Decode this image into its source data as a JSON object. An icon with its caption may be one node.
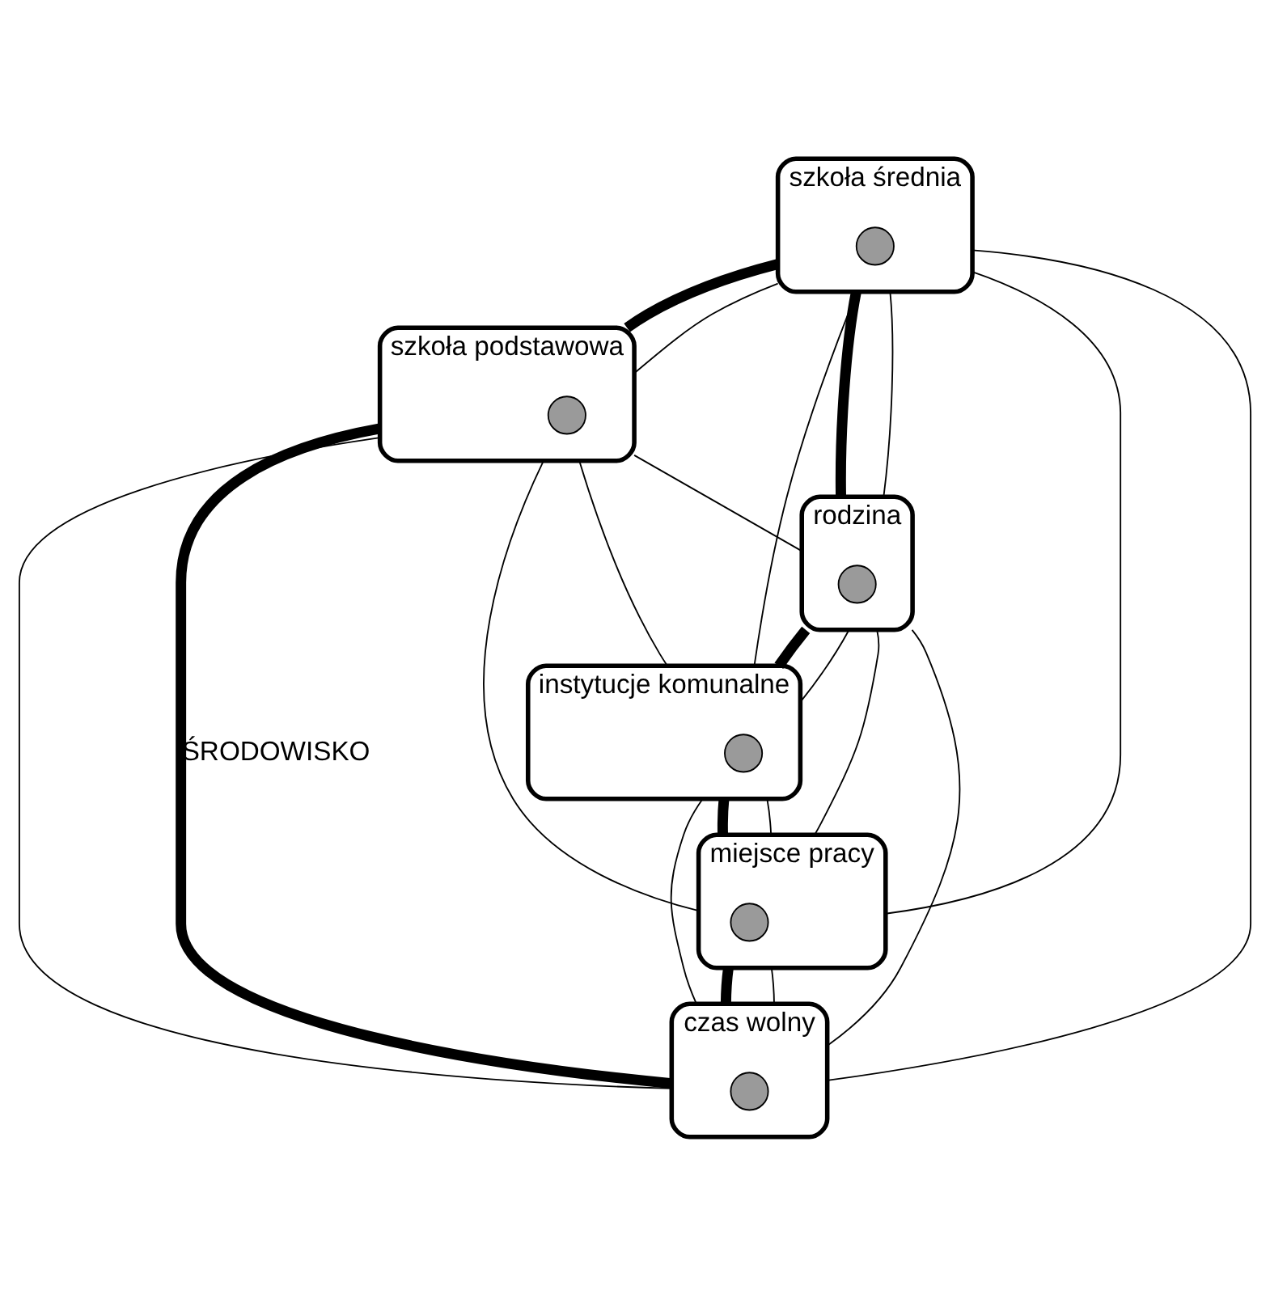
{
  "diagram": {
    "nodes": [
      {
        "text": [
          "szkoła średnia"
        ]
      },
      {
        "text": [
          "szkoła podstawowa"
        ]
      },
      {
        "text": [
          "rodzina"
        ]
      },
      {
        "text": [
          "instytucje komunalne"
        ]
      },
      {
        "text": [
          "miejsce pracy"
        ]
      },
      {
        "text": [
          "czas wolny"
        ]
      },
      {
        "text": [],
        "shape": "circle",
        "in": 0
      },
      {
        "text": [],
        "shape": "circle",
        "in": 1
      },
      {
        "text": [],
        "shape": "circle",
        "in": 2
      },
      {
        "text": [],
        "shape": "circle",
        "in": 3
      },
      {
        "text": [],
        "shape": "circle",
        "in": 4
      },
      {
        "text": [],
        "shape": "circle",
        "in": 5
      }
    ],
    "edges": [
      {
        "from": 0,
        "to": 1,
        "arrow": "none",
        "style": "thick"
      },
      {
        "from": 0,
        "to": 2,
        "arrow": "none",
        "style": "thick"
      },
      {
        "from": 2,
        "to": 3,
        "arrow": "none",
        "style": "thick"
      },
      {
        "from": 3,
        "to": 4,
        "arrow": "none",
        "style": "thick"
      },
      {
        "from": 4,
        "to": 5,
        "arrow": "none",
        "style": "thick"
      },
      {
        "from": 1,
        "to": 5,
        "arrow": "none",
        "style": "thick",
        "label": "ŚRODOWISKO"
      },
      {
        "from": 0,
        "to": 1,
        "arrow": "none"
      },
      {
        "from": 0,
        "to": 2,
        "arrow": "none"
      },
      {
        "from": 0,
        "to": 3,
        "arrow": "none"
      },
      {
        "from": 0,
        "to": 4,
        "arrow": "none"
      },
      {
        "from": 0,
        "to": 5,
        "arrow": "none"
      },
      {
        "from": 1,
        "to": 2,
        "arrow": "none"
      },
      {
        "from": 1,
        "to": 3,
        "arrow": "none"
      },
      {
        "from": 1,
        "to": 4,
        "arrow": "none"
      },
      {
        "from": 1,
        "to": 5,
        "arrow": "none"
      },
      {
        "from": 2,
        "to": 3,
        "arrow": "none"
      },
      {
        "from": 2,
        "to": 4,
        "arrow": "none"
      },
      {
        "from": 2,
        "to": 5,
        "arrow": "none"
      },
      {
        "from": 3,
        "to": 4,
        "arrow": "none"
      },
      {
        "from": 3,
        "to": 5,
        "arrow": "none"
      },
      {
        "from": 4,
        "to": 5,
        "arrow": "none"
      }
    ]
  }
}
